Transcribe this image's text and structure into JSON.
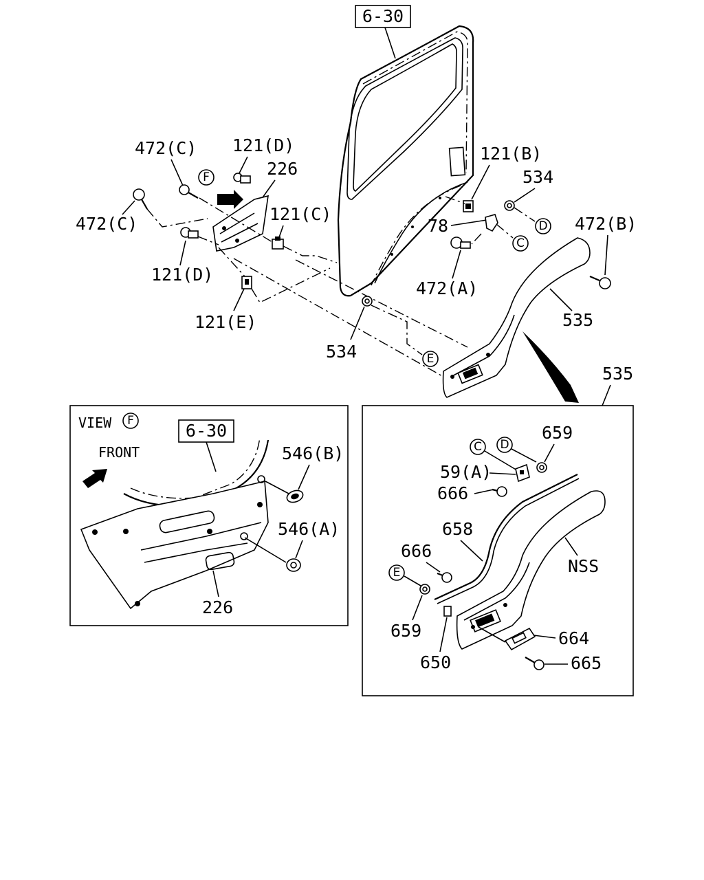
{
  "main": {
    "ref_box": "6-30",
    "labels": {
      "l472c_top": "472(C)",
      "l121d_top": "121(D)",
      "l226_top": "226",
      "l472c_left": "472(C)",
      "l121c": "121(C)",
      "l121d_bot": "121(D)",
      "l121e": "121(E)",
      "l534_bot": "534",
      "l121b": "121(B)",
      "l534_right": "534",
      "l78": "78",
      "l472a": "472(A)",
      "l472b": "472(B)",
      "l535": "535"
    },
    "circles": {
      "f": "F",
      "d": "D",
      "c": "C",
      "e": "E"
    }
  },
  "view_f": {
    "view_label": "VIEW",
    "view_circle": "F",
    "front_label": "FRONT",
    "ref_box": "6-30",
    "labels": {
      "l546b": "546(B)",
      "l546a": "546(A)",
      "l226": "226"
    }
  },
  "detail": {
    "header": "535",
    "circles": {
      "c": "C",
      "d": "D",
      "e": "E"
    },
    "labels": {
      "l659_top": "659",
      "l59a": "59(A)",
      "l666_top": "666",
      "l658": "658",
      "l666_mid": "666",
      "lnss": "NSS",
      "l659_bot": "659",
      "l650": "650",
      "l664": "664",
      "l665": "665"
    }
  }
}
